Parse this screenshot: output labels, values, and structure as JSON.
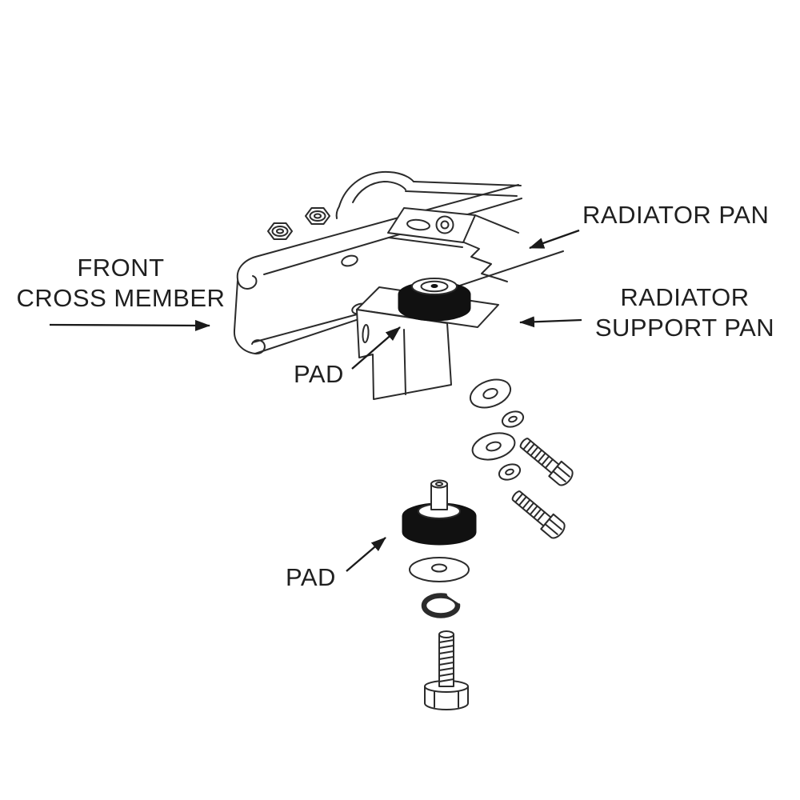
{
  "colors": {
    "background": "#ffffff",
    "line": "#2b2b2b",
    "pad_fill": "#111111",
    "text": "#1f1f1f"
  },
  "labels": {
    "radiator_pan": "RADIATOR PAN",
    "front_cross_member": {
      "line1": "FRONT",
      "line2": "CROSS MEMBER"
    },
    "radiator_support_pan": {
      "line1": "RADIATOR",
      "line2": "SUPPORT PAN"
    },
    "pad_upper": "PAD",
    "pad_lower": "PAD"
  }
}
